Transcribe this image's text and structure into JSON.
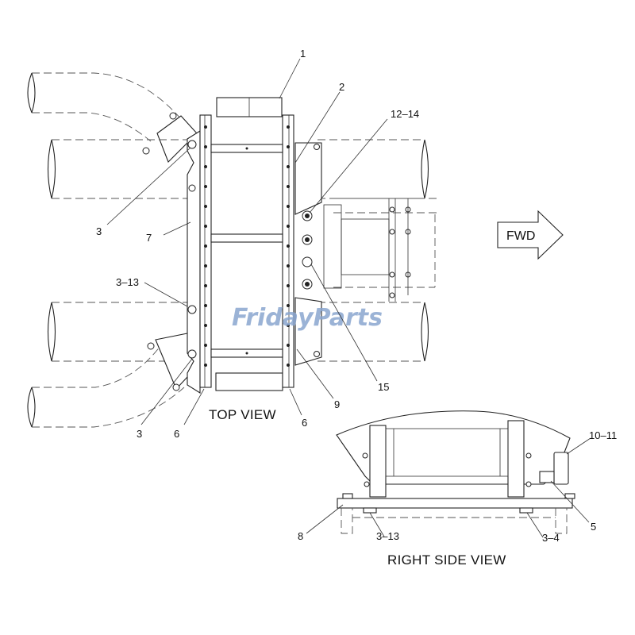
{
  "callouts": {
    "c1": "1",
    "c2": "2",
    "c12_14": "12–14",
    "c3_top": "3",
    "c7": "7",
    "c3_13_top": "3–13",
    "c15": "15",
    "c9": "9",
    "c6_right": "6",
    "c6_left": "6",
    "c3_bottom": "3",
    "c10_11": "10–11",
    "c5": "5",
    "c8": "8",
    "c3_13_side": "3–13",
    "c3_4": "3–4"
  },
  "views": {
    "top_view": "TOP VIEW",
    "right_side_view": "RIGHT SIDE VIEW"
  },
  "direction": {
    "label": "FWD"
  },
  "watermark": {
    "text": "FridayParts",
    "color": "#8aa6cf"
  }
}
